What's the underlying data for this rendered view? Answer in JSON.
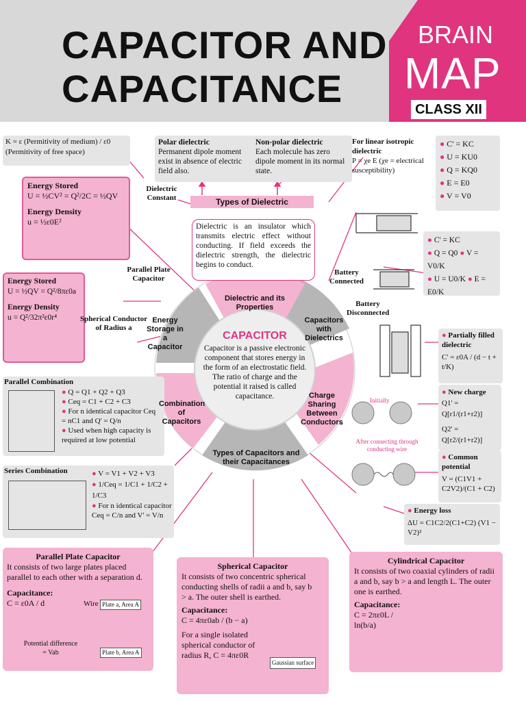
{
  "header": {
    "title_line1": "CAPACITOR AND",
    "title_line2": "CAPACITANCE",
    "brand_line1": "BRAIN",
    "brand_line2": "MAP",
    "brand_class": "CLASS XII",
    "brand_color": "#e0347f"
  },
  "center": {
    "title": "CAPACITOR",
    "text": "Capacitor is a passive electronic component that stores energy in the form of an electrostatic field. The ratio of charge and the potential it raised is called capacitance."
  },
  "wheel": {
    "dielectric": "Dielectric and its Properties",
    "with_dielectrics": "Capacitors with Dielectrics",
    "charge_sharing": "Charge Sharing Between Conductors",
    "types": "Types of Capacitors and their Capacitances",
    "combination": "Combination of Capacitors",
    "energy": "Energy Storage in a Capacitor"
  },
  "dielectric_constant": {
    "formula": "K = ε (Permitivity of medium) / ε0 (Permitivity of free space)",
    "label": "Dielectric Constant"
  },
  "polar": {
    "title": "Polar dielectric",
    "text": "Permanent dipole moment exist in absence of electric field also."
  },
  "nonpolar": {
    "title": "Non-polar dielectric",
    "text": "Each molecule has zero dipole moment in its normal state."
  },
  "linear": {
    "title": "For linear isotropic dielectric",
    "text": "P = χe E (χe = electrical susceptibility)"
  },
  "types_dielectric": "Types of Dielectric",
  "dielectric_def": "Dielectric is an insulator which transmits electric effect without conducting. If field exceeds the dielectric strength, the dielectric begins to conduct.",
  "k_list": [
    "C' = KC",
    "U = KU0",
    "Q = KQ0",
    "E = E0",
    "V = V0"
  ],
  "battery_connected": "Battery Connected",
  "battery_disconnected": "Battery Disconnected",
  "disc_list": [
    "C' = KC",
    "Q = Q0",
    "V = V0/K",
    "U = U0/K",
    "E = E0/K"
  ],
  "energy_parallel": {
    "title1": "Energy Stored",
    "formula1": "U = ½CV² = Q²/2C = ½QV",
    "title2": "Energy Density",
    "formula2": "u = ½ε0E²",
    "label": "Parallel Plate Capacitor"
  },
  "energy_spherical": {
    "title1": "Energy Stored",
    "formula1": "U = ½QV = Q²/8πε0a",
    "title2": "Energy Density",
    "formula2": "u = Q²/32π²ε0r⁴",
    "label": "Spherical Conductor of Radius a"
  },
  "partially_filled": {
    "title": "Partially filled dielectric",
    "formula": "C' = ε0A / (d − t + t/K)"
  },
  "new_charge": {
    "title": "New charge",
    "f1": "Q1' = Q[r1/(r1+r2)]",
    "f2": "Q2' = Q[r2/(r1+r2)]"
  },
  "common_potential": {
    "title": "Common potential",
    "formula": "V = (C1V1 + C2V2)/(C1 + C2)"
  },
  "energy_loss": {
    "title": "Energy loss",
    "formula": "ΔU = C1C2/2(C1+C2) (V1 − V2)²"
  },
  "sharing_labels": {
    "initially": "Initially",
    "after": "After connecting through conducting wire"
  },
  "parallel_combination": {
    "title": "Parallel Combination",
    "items": [
      "Q = Q1 + Q2 + Q3",
      "Ceq = C1 + C2 + C3",
      "For n identical capacitor Ceq = nC1 and Q' = Q/n",
      "Used when high capacity is required at low potential"
    ]
  },
  "series_combination": {
    "title": "Series Combination",
    "items": [
      "V = V1 + V2 + V3",
      "1/Ceq = 1/C1 + 1/C2 + 1/C3",
      "For n identical capacitor Ceq = C/n and V' = V/n"
    ]
  },
  "parallel_plate": {
    "title": "Parallel Plate Capacitor",
    "text": "It consists of two large plates placed parallel to each other with a separation d.",
    "cap_label": "Capacitance:",
    "formula": "C = ε0A / d",
    "wire": "Wire",
    "plate_a": "Plate a, Area A",
    "plate_b": "Plate b, Area A",
    "potential": "Potential difference = Vab"
  },
  "spherical": {
    "title": "Spherical Capacitor",
    "text": "It consists of two concentric spherical conducting shells of radii a and b, say b > a. The outer shell is earthed.",
    "cap_label": "Capacitance:",
    "formula": "C = 4πε0ab / (b − a)",
    "isolated": "For a single isolated spherical conductor of radius R, C = 4πε0R",
    "gauss": "Gaussian surface"
  },
  "cylindrical": {
    "title": "Cylindrical Capacitor",
    "text": "It consists of two coaxial cylinders of radii a and b, say b > a and length L. The outer one is earthed.",
    "cap_label": "Capacitance:",
    "formula": "C = 2πε0L / ln(b/a)"
  }
}
